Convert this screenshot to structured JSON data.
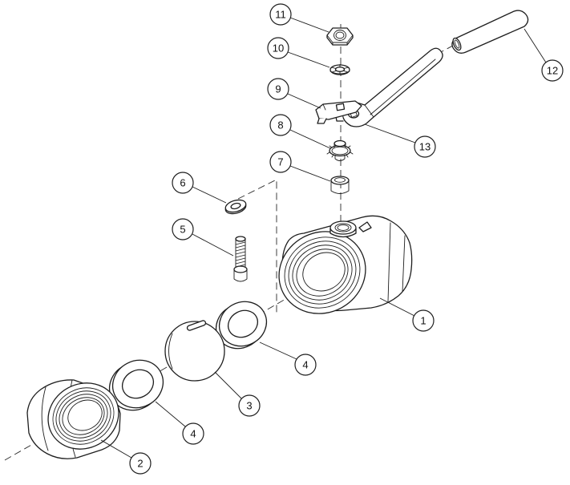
{
  "diagram": {
    "callouts": [
      {
        "label": "11"
      },
      {
        "label": "10"
      },
      {
        "label": "9"
      },
      {
        "label": "8"
      },
      {
        "label": "7"
      },
      {
        "label": "6"
      },
      {
        "label": "5"
      },
      {
        "label": "12"
      },
      {
        "label": "13"
      },
      {
        "label": "1"
      },
      {
        "label": "4"
      },
      {
        "label": "3"
      },
      {
        "label": "4"
      },
      {
        "label": "2"
      }
    ]
  }
}
